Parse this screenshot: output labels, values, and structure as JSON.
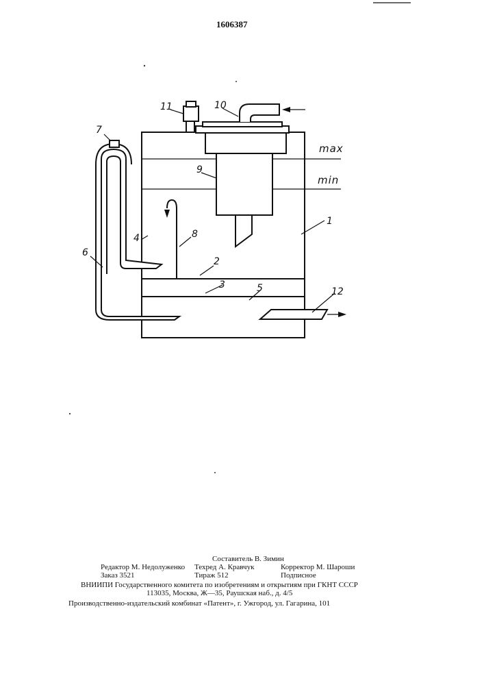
{
  "patent_number": "1606387",
  "labels": {
    "l1": "1",
    "l2": "2",
    "l3": "3",
    "l4": "4",
    "l5": "5",
    "l6": "6",
    "l7": "7",
    "l8": "8",
    "l9": "9",
    "l10": "10",
    "l11": "11",
    "l12": "12"
  },
  "levels": {
    "max": "max",
    "min": "min"
  },
  "footer": {
    "compiler": "Составитель В. Зимин",
    "editor": "Редактор М. Недолуженко",
    "techred": "Техред А. Кравчук",
    "corrector": "Корректор М. Шароши",
    "order": "Заказ 3521",
    "circulation": "Тираж 512",
    "subscription": "Подписное",
    "institute": "ВНИИПИ Государственного комитета по изобретениям и открытиям при ГКНТ СССР",
    "address": "113035, Москва, Ж—35, Раушская наб., д. 4/5",
    "plant": "Производственно-издательский комбинат «Патент», г. Ужгород, ул. Гагарина, 101"
  }
}
